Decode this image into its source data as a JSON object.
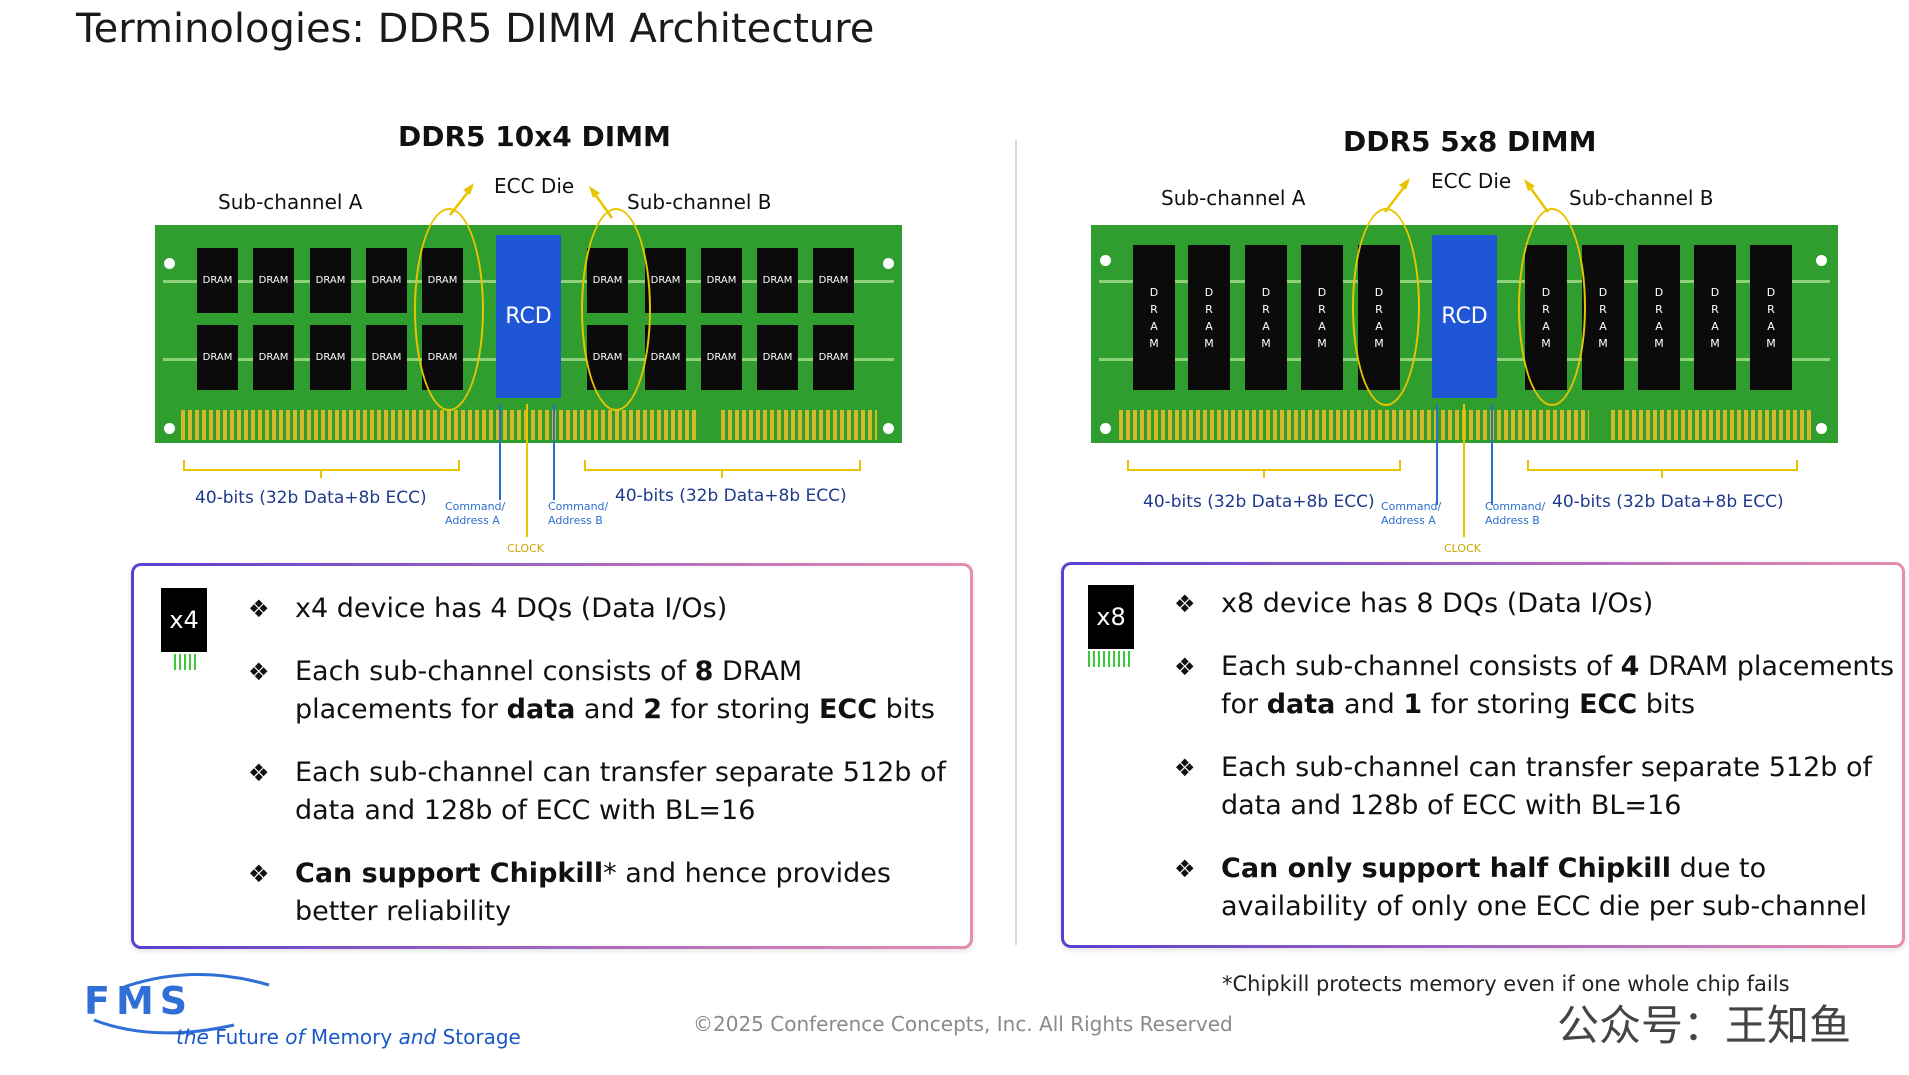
{
  "title": "Terminologies: DDR5 DIMM Architecture",
  "left": {
    "dimm_title": "DDR5 10x4 DIMM",
    "subchannel_a": "Sub-channel A",
    "subchannel_b": "Sub-channel B",
    "ecc_die": "ECC Die",
    "rcd": "RCD",
    "chip_label": "DRAM",
    "bits_a": "40-bits (32b Data+8b ECC)",
    "bits_b": "40-bits (32b Data+8b ECC)",
    "cmd_a_1": "Command/",
    "cmd_a_2": "Address A",
    "cmd_b_1": "Command/",
    "cmd_b_2": "Address B",
    "clock": "CLOCK",
    "badge": "x4",
    "bullets": [
      [
        {
          "t": "x4 device has 4 DQs (Data I/Os)",
          "b": false
        }
      ],
      [
        {
          "t": "Each sub-channel consists of ",
          "b": false
        },
        {
          "t": "8",
          "b": true
        },
        {
          "t": " DRAM placements for ",
          "b": false
        },
        {
          "t": "data",
          "b": true
        },
        {
          "t": " and ",
          "b": false
        },
        {
          "t": "2",
          "b": true
        },
        {
          "t": " for storing ",
          "b": false
        },
        {
          "t": "ECC",
          "b": true
        },
        {
          "t": " bits",
          "b": false
        }
      ],
      [
        {
          "t": "Each sub-channel can transfer separate 512b of data and 128b of ECC with BL=16",
          "b": false
        }
      ],
      [
        {
          "t": "Can support Chipkill",
          "b": true
        },
        {
          "t": "* and hence provides better reliability",
          "b": false
        }
      ]
    ]
  },
  "right": {
    "dimm_title": "DDR5 5x8 DIMM",
    "subchannel_a": "Sub-channel A",
    "subchannel_b": "Sub-channel B",
    "ecc_die": "ECC Die",
    "rcd": "RCD",
    "chip_letters": [
      "D",
      "R",
      "A",
      "M"
    ],
    "bits_a": "40-bits (32b Data+8b ECC)",
    "bits_b": "40-bits (32b Data+8b ECC)",
    "cmd_a_1": "Command/",
    "cmd_a_2": "Address A",
    "cmd_b_1": "Command/",
    "cmd_b_2": "Address B",
    "clock": "CLOCK",
    "badge": "x8",
    "bullets": [
      [
        {
          "t": "x8 device has 8 DQs (Data I/Os)",
          "b": false
        }
      ],
      [
        {
          "t": "Each sub-channel consists of ",
          "b": false
        },
        {
          "t": "4",
          "b": true
        },
        {
          "t": " DRAM placements for ",
          "b": false
        },
        {
          "t": "data",
          "b": true
        },
        {
          "t": " and ",
          "b": false
        },
        {
          "t": "1",
          "b": true
        },
        {
          "t": " for storing ",
          "b": false
        },
        {
          "t": "ECC",
          "b": true
        },
        {
          "t": " bits",
          "b": false
        }
      ],
      [
        {
          "t": "Each sub-channel can transfer separate 512b of data and 128b of ECC with BL=16",
          "b": false
        }
      ],
      [
        {
          "t": "Can only support half Chipkill",
          "b": true
        },
        {
          "t": " due to availability of only one ECC die per sub-channel",
          "b": false
        }
      ]
    ]
  },
  "bullet_marker": "❖",
  "footnote": "*Chipkill protects memory even if one whole chip fails",
  "copyright": "©2025 Conference Concepts, Inc. All Rights Reserved",
  "logo": {
    "fms": "FMS",
    "tag_the": "the",
    "tag_future": "Future",
    "tag_of": "of",
    "tag_memory": "Memory",
    "tag_and": "and",
    "tag_storage": "Storage"
  },
  "watermark": "公众号：王知鱼",
  "colors": {
    "pcb": "#2f9e2f",
    "rcd": "#1f56d6",
    "ecc_oval": "#e8c400",
    "bits_text": "#1f3a8a",
    "cmd_text": "#2a6fcf",
    "clock": "#c9a400"
  }
}
